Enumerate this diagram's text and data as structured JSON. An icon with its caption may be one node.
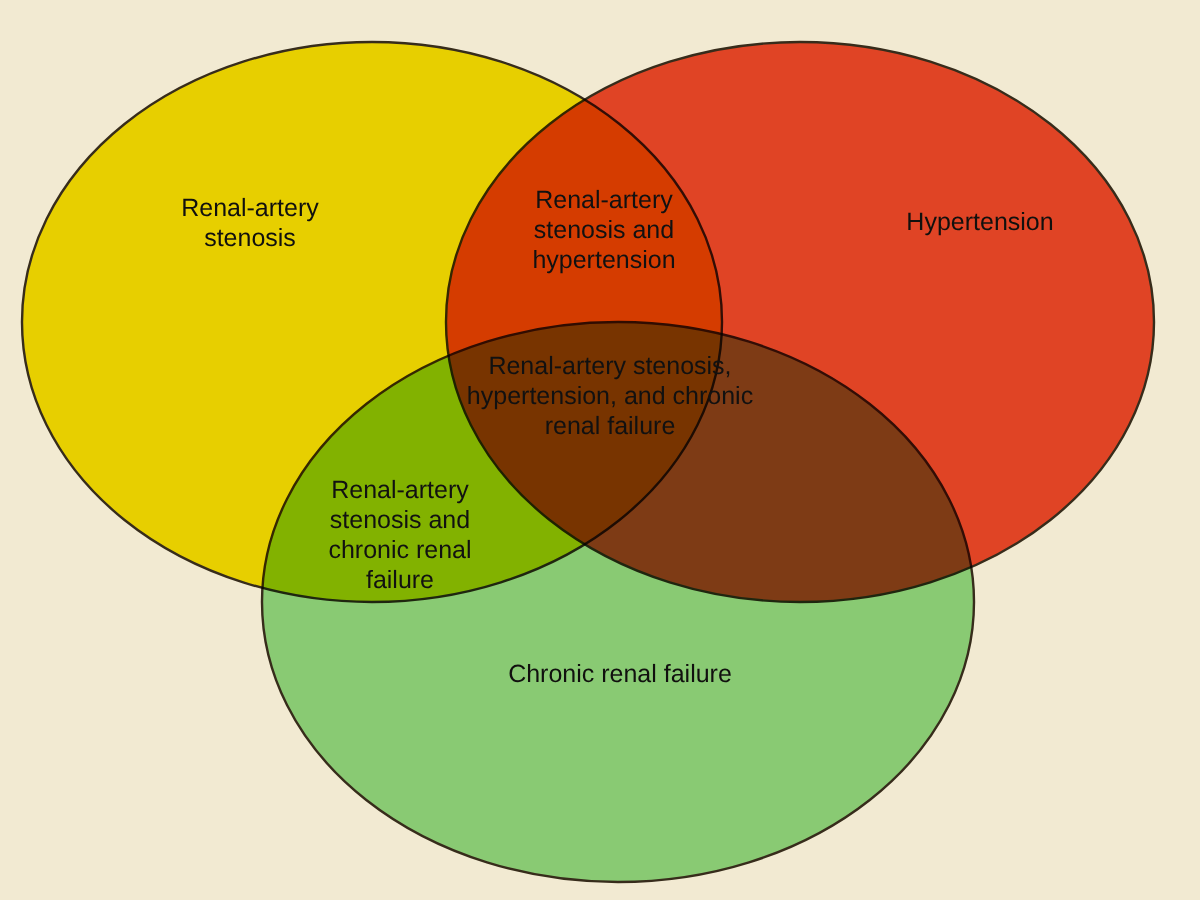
{
  "diagram": {
    "nodes": [
      {
        "text": [
          "Renal-artery stenosis"
        ]
      },
      {
        "text": [
          "Hypertension"
        ]
      },
      {
        "text": [
          "Chronic renal failure"
        ]
      }
    ],
    "labels": [
      "Renal-artery stenosis and hypertension",
      "Renal-artery stenosis, hypertension, and chronic renal failure",
      "Renal-artery stenosis and chronic renal failure"
    ]
  }
}
